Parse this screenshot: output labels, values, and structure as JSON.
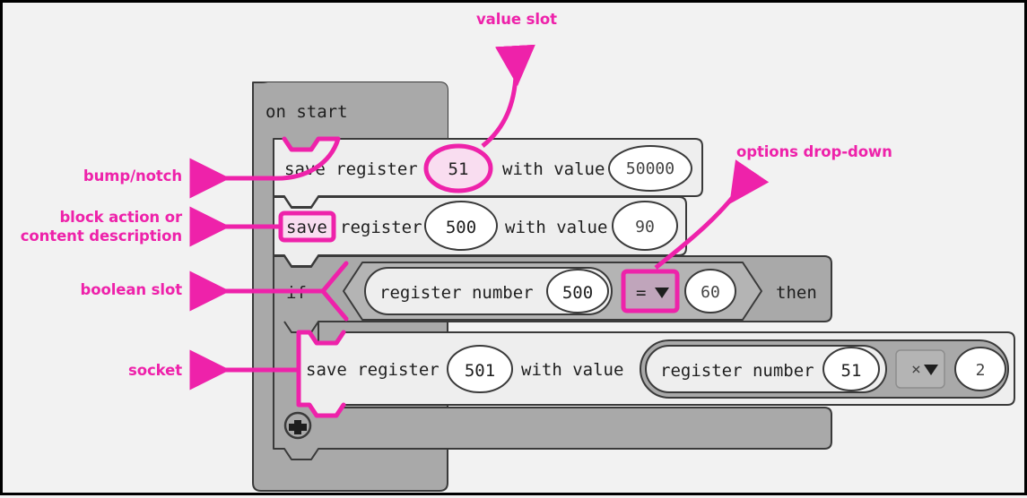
{
  "meta": {
    "title": "Blockly / MakeCode block anatomy annotated diagram",
    "accent_pink": "#ee22aa",
    "accent_pink_fill": "#f9ddf0",
    "block_gray_dark": "#a9a9a9",
    "block_gray_mid": "#b4b4b4",
    "block_light": "#eeeeee",
    "outline": "#3a3a3a",
    "page_background": "#f2f2f2"
  },
  "annotations": [
    {
      "id": "value-slot",
      "label": "value slot",
      "side": "top"
    },
    {
      "id": "options-dropdown",
      "label": "options drop-down",
      "side": "top-right"
    },
    {
      "id": "bump-notch",
      "label": "bump/notch",
      "side": "left"
    },
    {
      "id": "block-action-1",
      "label": "block action or",
      "side": "left"
    },
    {
      "id": "block-action-2",
      "label": "content description",
      "side": "left"
    },
    {
      "id": "boolean-slot",
      "label": "boolean slot",
      "side": "left"
    },
    {
      "id": "socket",
      "label": "socket",
      "side": "left"
    }
  ],
  "blocks": {
    "on_start": {
      "label": "on start"
    },
    "save_register_1": {
      "action": "save register",
      "register_value": "51",
      "with_value_label": "with value",
      "value": "50000",
      "highlighted_slot": "register_value"
    },
    "save_register_2": {
      "action": "save",
      "action_rest": "register",
      "register_value": "500",
      "with_value_label": "with value",
      "value": "90",
      "highlighted_slot": "action"
    },
    "if_block": {
      "if_label": "if",
      "then_label": "then",
      "condition": {
        "reporter_label": "register number",
        "reporter_value": "500",
        "operator": "=",
        "operator_dropdown_icon": "chevron-down-icon",
        "compare_value": "60"
      }
    },
    "save_register_3": {
      "action": "save register",
      "register_value": "501",
      "with_value_label": "with value",
      "operand": {
        "reporter_label": "register number",
        "reporter_value": "51",
        "operator": "×",
        "operator_dropdown_icon": "chevron-down-icon",
        "operand_value": "2"
      }
    },
    "add_button": {
      "icon": "plus-circle-icon"
    }
  }
}
